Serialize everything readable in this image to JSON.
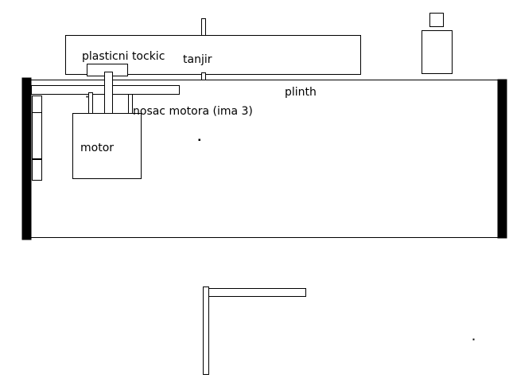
{
  "diagram": {
    "labels": {
      "wheel": "plasticni tockic",
      "platter": "tanjir",
      "plinth": "plinth",
      "motor_mount": "nosac motora (ima 3)",
      "motor": "motor"
    },
    "colors": {
      "stroke": "#000000",
      "fill": "#ffffff",
      "solid": "#000000"
    }
  }
}
